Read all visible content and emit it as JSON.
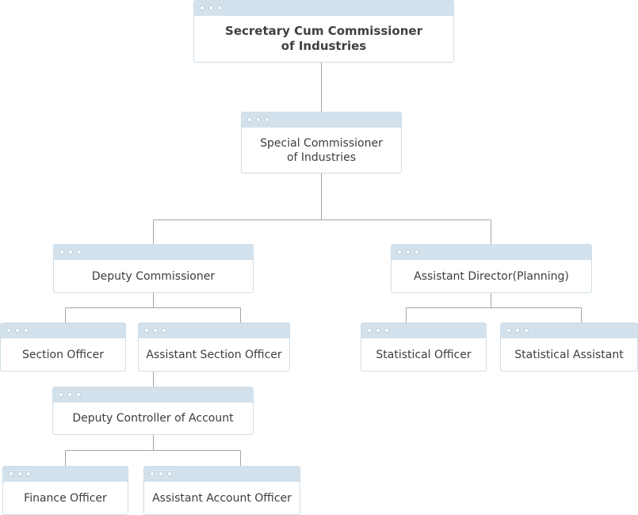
{
  "nodes": {
    "secretary": "Secretary Cum Commissioner\nof Industries",
    "special_commissioner": "Special Commissioner\nof Industries",
    "deputy_commissioner": "Deputy Commissioner",
    "assistant_director": "Assistant Director(Planning)",
    "section_officer": "Section Officer",
    "assistant_section_officer": "Assistant Section Officer",
    "statistical_officer": "Statistical Officer",
    "statistical_assistant": "Statistical Assistant",
    "deputy_controller": "Deputy Controller of Account",
    "finance_officer": "Finance Officer",
    "assistant_account_officer": "Assistant Account Officer"
  },
  "colors": {
    "header": "#d3e1ec",
    "border": "#cfdde7",
    "connector": "#a6a6a6",
    "text": "#3d3d3d"
  }
}
